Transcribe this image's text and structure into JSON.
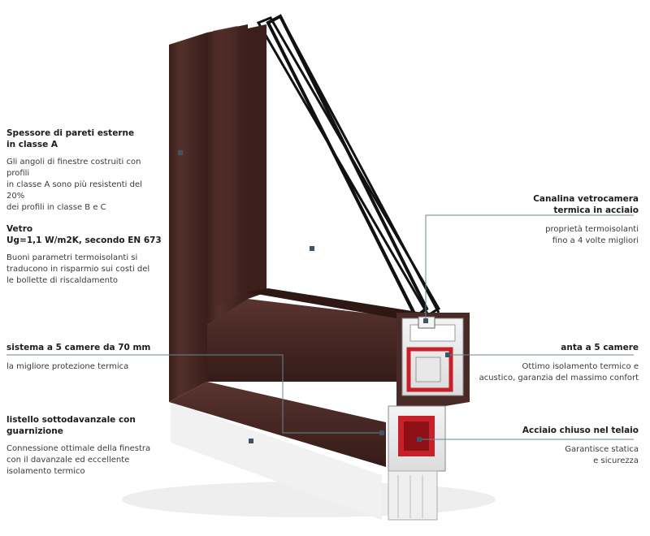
{
  "colors": {
    "frame": "#4a2a26",
    "frame_dark": "#3a1f1b",
    "frame_light": "#5a3630",
    "gasket": "#c8202a",
    "pvc": "#e6e6e6",
    "line": "#6b8596",
    "marker": "#3d5566"
  },
  "callouts": {
    "spessore": {
      "title": "Spessore di pareti esterne\nin classe A",
      "desc": "Gli angoli di finestre costruiti con profili\nin classe A sono più resistenti del 20%\ndei profili in classe B e C"
    },
    "vetro": {
      "title": "Vetro\nUg=1,1 W/m2K, secondo EN 673",
      "desc": "Buoni parametri termoisolanti si\ntraducono in risparmio sui costi del\nle bollette di riscaldamento"
    },
    "sistema": {
      "title": "sistema a 5 camere da 70 mm",
      "desc": "la migliore protezione termica"
    },
    "listello": {
      "title": "listello sottodavanzale con\nguarnizione",
      "desc": "Connessione ottimale della finestra\ncon il davanzale ed eccellente\nisolamento termico"
    },
    "canalina": {
      "title": "Canalina vetrocamera\ntermica in acciaio",
      "desc": "proprietà termoisolanti\nfino a 4 volte migliori"
    },
    "anta": {
      "title": "anta a 5 camere",
      "desc": "Ottimo isolamento termico e\nacustico, garanzia del massimo confort"
    },
    "acciaio": {
      "title": "Acciaio chiuso nel telaio",
      "desc": "Garantisce statica\ne sicurezza"
    }
  }
}
